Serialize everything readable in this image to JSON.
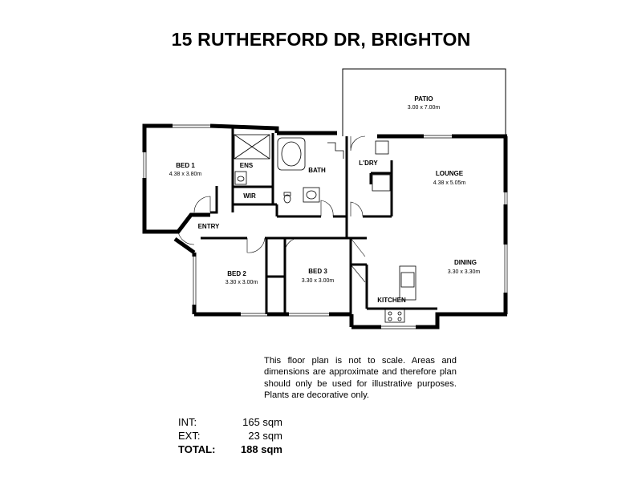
{
  "title": "15 RUTHERFORD DR, BRIGHTON",
  "rooms": {
    "patio": {
      "name": "PATIO",
      "dims": "3.00 x 7.00m"
    },
    "bed1": {
      "name": "BED 1",
      "dims": "4.38 x 3.80m"
    },
    "ens": {
      "name": "ENS"
    },
    "wir": {
      "name": "WIR"
    },
    "bath": {
      "name": "BATH"
    },
    "ldry": {
      "name": "L'DRY"
    },
    "lounge": {
      "name": "LOUNGE",
      "dims": "4.38 x 5.05m"
    },
    "entry": {
      "name": "ENTRY"
    },
    "bed2": {
      "name": "BED 2",
      "dims": "3.30 x 3.00m"
    },
    "bed3": {
      "name": "BED 3",
      "dims": "3.30 x 3.00m"
    },
    "dining": {
      "name": "DINING",
      "dims": "3.30 x 3.30m"
    },
    "kitchen": {
      "name": "KITCHEN"
    }
  },
  "disclaimer": "This floor plan is not to scale. Areas and dimensions are approximate and therefore plan should only be used for illustrative purposes. Plants are decorative only.",
  "areas": {
    "int": {
      "label": "INT:",
      "value": "165 sqm"
    },
    "ext": {
      "label": "EXT:",
      "value": "23 sqm"
    },
    "total": {
      "label": "TOTAL:",
      "value": "188 sqm"
    }
  }
}
